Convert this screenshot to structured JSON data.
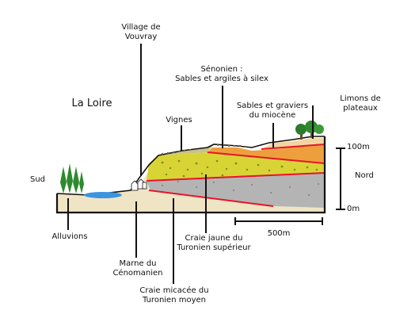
{
  "labels": {
    "village": "Village de\nVouvray",
    "senonien": "Sénonien :\nSables et argiles à silex",
    "limons": "Limons de plateaux",
    "loire": "La Loire",
    "vignes": "Vignes",
    "sables_graviers": "Sables et graviers\ndu miocène",
    "sud": "Sud",
    "nord": "Nord",
    "alluvions": "Alluvions",
    "marne": "Marne du\nCénomanien",
    "craie_jaune": "Craie jaune du\nTuronien supérieur",
    "craie_micacee": "Craie micacée du\nTuronien moyen"
  },
  "scale": {
    "height_top": "100m",
    "height_bottom": "0m",
    "length": "500m"
  },
  "colors": {
    "outline": "#111111",
    "red_boundary": "#e8132b",
    "alluvium_sand": "#efe5c4",
    "gray_chalk": "#b4b4b4",
    "yellow_chalk": "#d8d436",
    "senonian_orange": "#ee9f3d",
    "miocene_sand": "#f2d6a0",
    "river_blue": "#3a94e0",
    "tree_green": "#2e8a2e",
    "grass_green": "#7fbf3f"
  }
}
